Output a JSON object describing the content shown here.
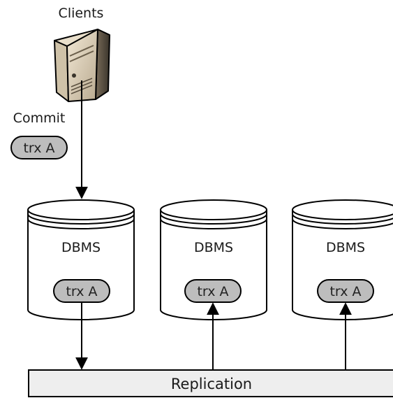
{
  "clients": {
    "label": "Clients"
  },
  "commit": {
    "label": "Commit",
    "trx": "trx A"
  },
  "databases": [
    {
      "label": "DBMS",
      "trx": "trx A"
    },
    {
      "label": "DBMS",
      "trx": "trx A"
    },
    {
      "label": "DBMS",
      "trx": "trx A"
    }
  ],
  "replication": {
    "label": "Replication"
  },
  "colors": {
    "pill_fill": "#bdbdbd",
    "bar_fill": "#eeeeee",
    "stroke": "#000000"
  },
  "icons": {
    "client": "server-computer-icon"
  }
}
